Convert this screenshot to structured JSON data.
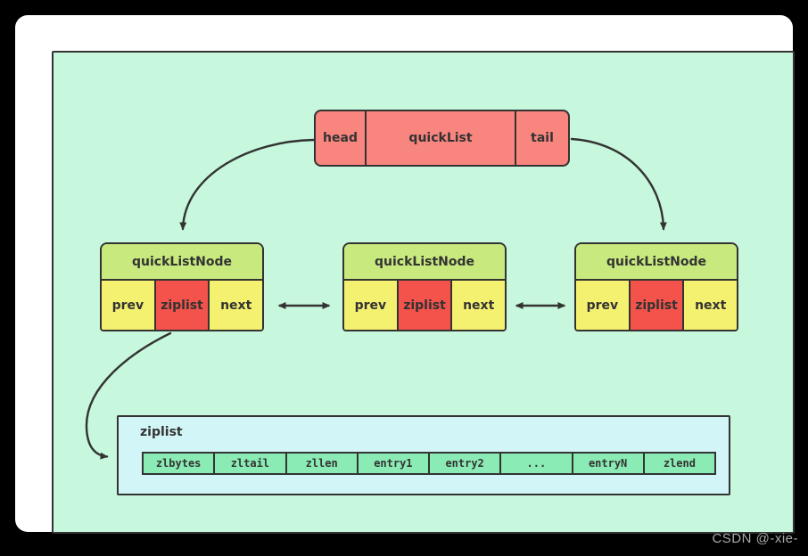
{
  "watermark": {
    "text": "CSDN @-xie-"
  },
  "diagram": {
    "quicklist_box": {
      "head_label": "head",
      "title": "quickList",
      "tail_label": "tail"
    },
    "nodes": [
      {
        "title": "quickListNode",
        "cells": [
          "prev",
          "ziplist",
          "next"
        ]
      },
      {
        "title": "quickListNode",
        "cells": [
          "prev",
          "ziplist",
          "next"
        ]
      },
      {
        "title": "quickListNode",
        "cells": [
          "prev",
          "ziplist",
          "next"
        ]
      }
    ],
    "ziplist_box": {
      "label": "ziplist",
      "cells": [
        "zlbytes",
        "zltail",
        "zllen",
        "entry1",
        "entry2",
        "...",
        "entryN",
        "zlend"
      ]
    },
    "arrows": [
      "head-to-node1",
      "tail-to-node3",
      "node1-node2-bidirectional",
      "node2-node3-bidirectional",
      "node1-ziplist-to-ziplist-box"
    ]
  },
  "colors": {
    "page-bg": "#000000",
    "card-bg": "#ffffff",
    "canvas-bg": "#c7f7dc",
    "stroke-dark": "#333333",
    "quicklist-fill": "#f8857e",
    "node-header-fill": "#c7e97e",
    "node-cell-fill": "#f5f170",
    "node-ziplist-fill": "#f3534b",
    "ziplist-box-fill": "#d2f6f7",
    "ziplist-cell-fill": "#8aebb4",
    "text-dark": "#333333",
    "watermark-color": "#a8a8a8"
  }
}
